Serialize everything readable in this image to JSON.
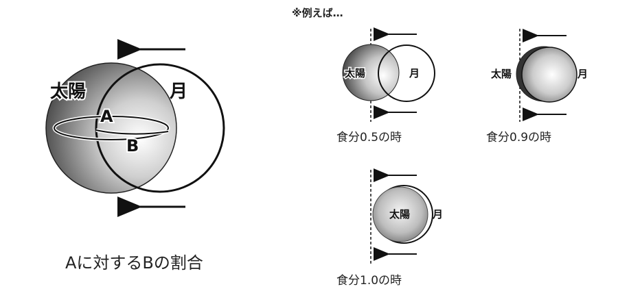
{
  "main": {
    "sun_label": "太陽",
    "moon_label": "月",
    "a_label": "A",
    "b_label": "B",
    "caption": "Aに対するBの割合"
  },
  "examples": {
    "heading": "※例えば…",
    "items": [
      {
        "sun_label": "太陽",
        "moon_label": "月",
        "caption": "食分0.5の時",
        "magnitude": 0.5
      },
      {
        "sun_label": "太陽",
        "moon_label": "月",
        "caption": "食分0.9の時",
        "magnitude": 0.9
      },
      {
        "sun_label": "太陽",
        "moon_label": "月",
        "caption": "食分1.0の時",
        "magnitude": 1.0
      }
    ]
  }
}
